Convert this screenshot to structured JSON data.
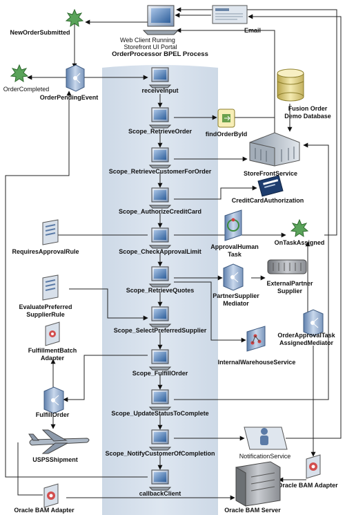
{
  "process": {
    "title": "OrderProcessor BPEL Process"
  },
  "web_client": {
    "line1": "Web Client Running",
    "line2": "Storefront UI Portal"
  },
  "events": {
    "new_order_submitted": "NewOrderSubmitted",
    "order_completed": "OrderCompleted",
    "order_pending_event": "OrderPendingEvent",
    "on_task_assigned": "OnTaskAssigned"
  },
  "email": "Email",
  "scopes": {
    "receive_input": "receiveInput",
    "retrieve_order": "Scope_RetrieveOrder",
    "retrieve_customer": "Scope_RetrieveCustomerForOrder",
    "authorize_credit_card": "Scope_AuthorizeCreditCard",
    "check_approval_limit": "Scope_CheckApprovalLimit",
    "retrieve_quotes": "Scope_RetrieveQuotes",
    "select_preferred_supplier": "Scope_SelectPreferredSupplier",
    "fulfill_order": "Scope_FulfillOrder",
    "update_status": "Scope_UpdateStatusToComplete",
    "notify_customer": "Scope_NotifyCustomerOfCompletion",
    "callback_client": "callbackClient"
  },
  "services": {
    "find_order_by_id": "findOrderById",
    "fusion_db_line1": "Fusion Order",
    "fusion_db_line2": "Demo Database",
    "storefront_service": "StoreFrontService",
    "credit_card_authorization": "CreditCardAuthorization",
    "requires_approval_rule": "RequiresApprovalRule",
    "approval_task_line1": "ApprovalHuman",
    "approval_task_line2": "Task",
    "evaluate_rule_line1": "EvaluatePreferred",
    "evaluate_rule_line2": "SupplierRule",
    "partner_mediator_line1": "PartnerSupplier",
    "partner_mediator_line2": "Mediator",
    "external_partner_line1": "ExternalPartner",
    "external_partner_line2": "Supplier",
    "internal_warehouse": "InternalWarehouseService",
    "order_approval_line1": "OrderApprovalTask",
    "order_approval_line2": "AssignedMediator",
    "fulfillment_batch_line1": "FulfillmentBatch",
    "fulfillment_batch_line2": "Adapter",
    "fulfill_order_mediator": "FulfillOrder",
    "usps_shipment": "USPSShipment",
    "notification_service": "NotificationService",
    "oracle_bam_adapter_right": "Oracle BAM Adapter",
    "oracle_bam_adapter_left": "Oracle BAM Adapter",
    "oracle_bam_server": "Oracle BAM Server"
  }
}
